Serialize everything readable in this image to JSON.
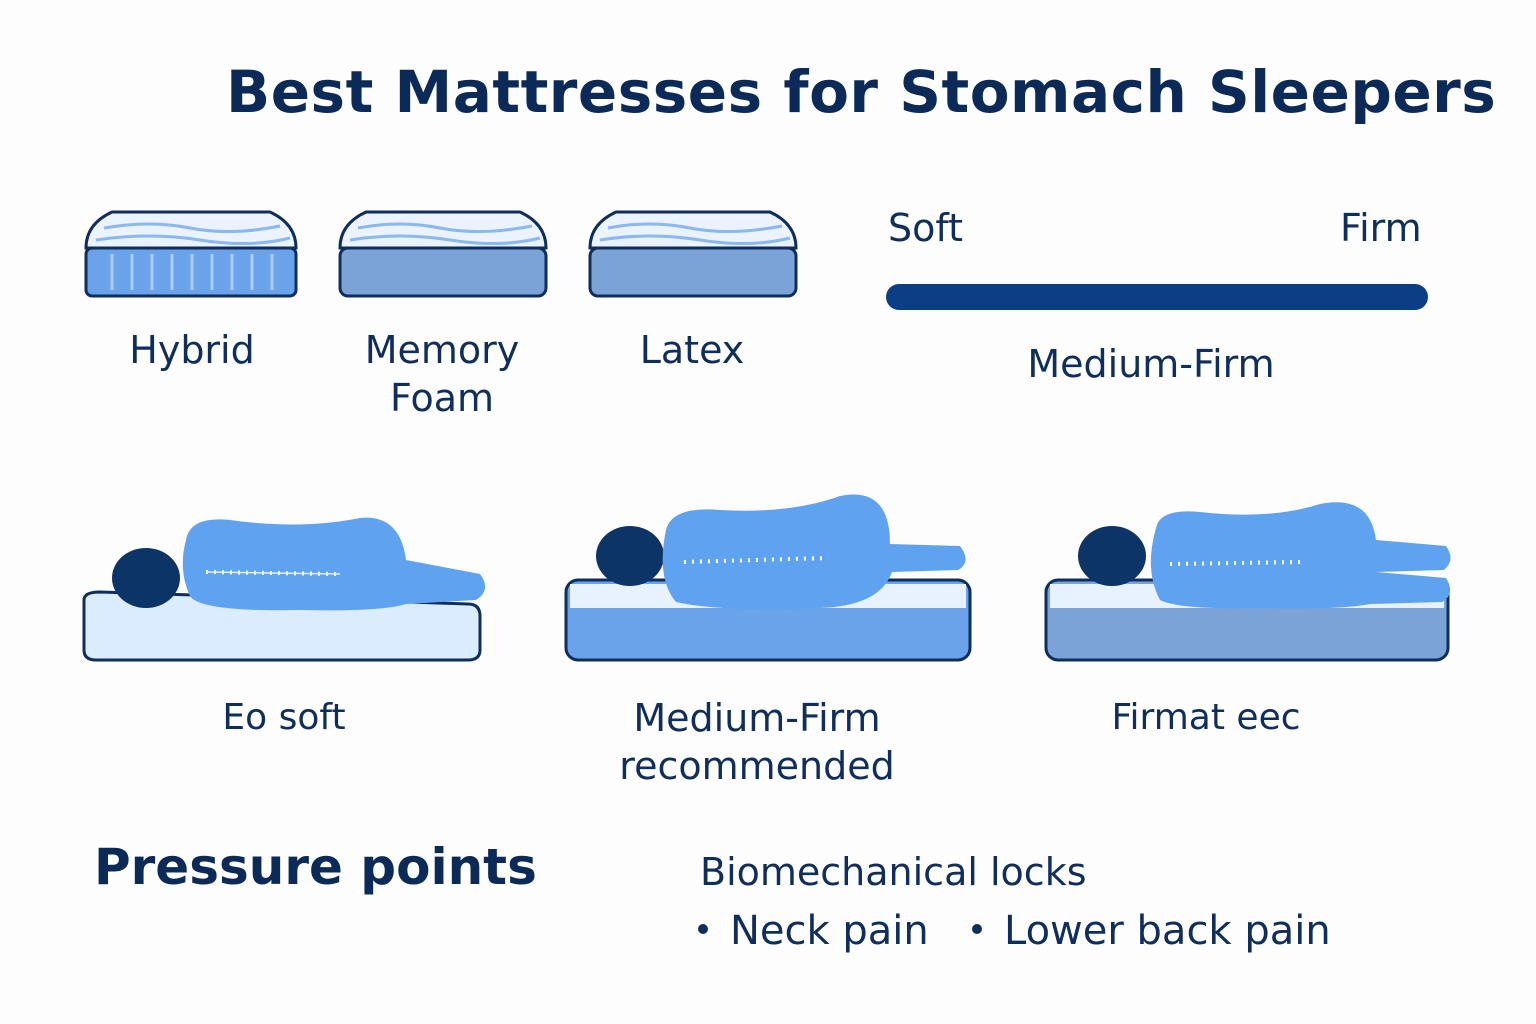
{
  "title": "Best Mattresses for Stomach Sleepers",
  "mattress_types": [
    {
      "label": "Hybrid"
    },
    {
      "label_line1": "Memory",
      "label_line2": "Foam"
    },
    {
      "label": "Latex"
    }
  ],
  "firmness_scale": {
    "left_label": "Soft",
    "right_label": "Firm",
    "recommended_label": "Medium-Firm"
  },
  "sleeper_examples": [
    {
      "label": "Eo soft"
    },
    {
      "label_line1": "Medium-Firm",
      "label_line2": "recommended"
    },
    {
      "label": "Firmat eec"
    }
  ],
  "pressure_points": {
    "heading": "Pressure points",
    "subheading": "Biomechanical locks",
    "items": [
      "Neck pain",
      "Lower back pain"
    ]
  },
  "colors": {
    "navy": "#0b2a57",
    "bar": "#0a3f86",
    "body_blue": "#5fa2f0",
    "head_navy": "#0d3466"
  }
}
